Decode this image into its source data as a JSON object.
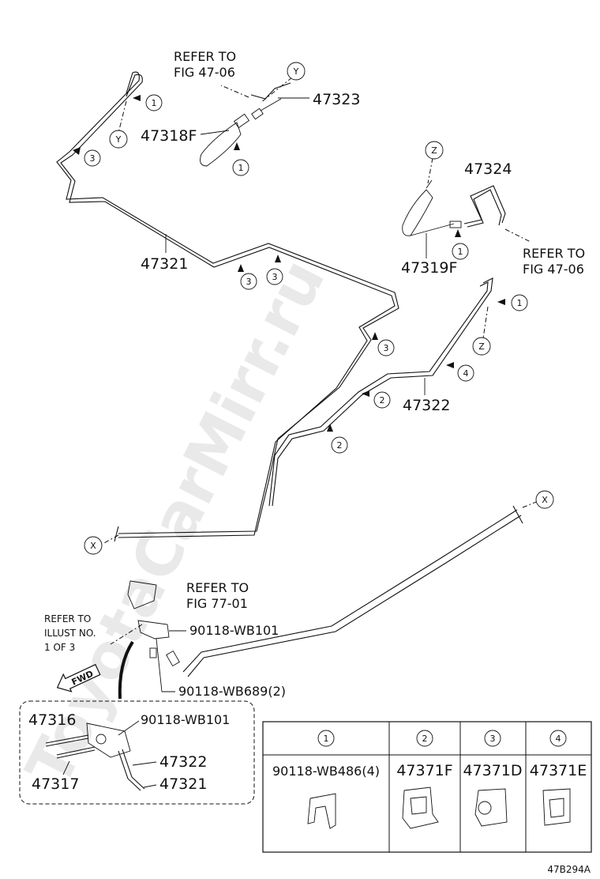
{
  "watermark": "ToyotaCarMirr.ru",
  "parts": {
    "p47323": "47323",
    "p47318F": "47318F",
    "p47321": "47321",
    "p47324": "47324",
    "p47319F": "47319F",
    "p47322": "47322",
    "p90118_wb101": "90118-WB101",
    "p90118_wb689": "90118-WB689(2)"
  },
  "refs": {
    "refer_to": "REFER TO",
    "fig_47_06": "FIG 47-06",
    "fig_77_01": "FIG 77-01",
    "illust_line1": "REFER TO",
    "illust_line2": "ILLUST NO.",
    "illust_line3": "1 OF 3",
    "fwd": "FWD"
  },
  "markers": {
    "x": "X",
    "y": "Y",
    "z": "Z"
  },
  "callouts": {
    "c1": "1",
    "c2": "2",
    "c3": "3",
    "c4": "4"
  },
  "inset": {
    "p47316": "47316",
    "p47317": "47317",
    "p90118_wb101": "90118-WB101",
    "p47322": "47322",
    "p47321": "47321"
  },
  "clip_table": {
    "headers": [
      "1",
      "2",
      "3",
      "4"
    ],
    "parts": [
      "90118-WB486(4)",
      "47371F",
      "47371D",
      "47371E"
    ]
  },
  "figure_id": "47B294A"
}
